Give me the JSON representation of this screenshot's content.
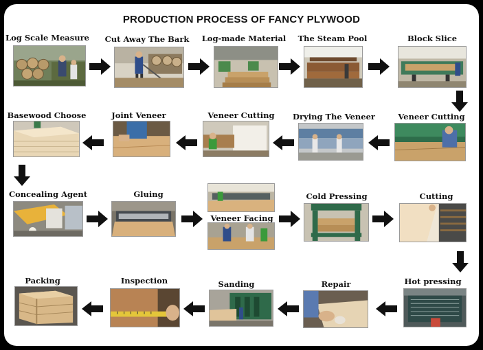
{
  "title": "PRODUCTION PROCESS OF FANCY PLYWOOD",
  "steps": [
    {
      "label": "Log Scale Measure",
      "icon": "log-pile-photo"
    },
    {
      "label": "Cut Away The Bark",
      "icon": "bark-removal-photo"
    },
    {
      "label": "Log-made Material",
      "icon": "log-material-photo"
    },
    {
      "label": "The Steam Pool",
      "icon": "steam-pool-photo"
    },
    {
      "label": "Block Slice",
      "icon": "block-slice-photo"
    },
    {
      "label": "Veneer Cutting",
      "icon": "veneer-cutting-photo"
    },
    {
      "label": "Drying The Veneer",
      "icon": "veneer-dryer-photo"
    },
    {
      "label": "Veneer Cutting",
      "icon": "veneer-cutting-photo"
    },
    {
      "label": "Joint Veneer",
      "icon": "joint-veneer-photo"
    },
    {
      "label": "Basewood Choose",
      "icon": "basewood-stack-photo"
    },
    {
      "label": "Concealing Agent",
      "icon": "concealing-agent-photo"
    },
    {
      "label": "Gluing",
      "icon": "gluing-machine-photo"
    },
    {
      "label": "Veneer Facing",
      "icon": "veneer-facing-photo"
    },
    {
      "label": "Cold Pressing",
      "icon": "cold-press-photo"
    },
    {
      "label": "Cutting",
      "icon": "edge-cutting-photo"
    },
    {
      "label": "Hot pressing",
      "icon": "hot-press-photo"
    },
    {
      "label": "Repair",
      "icon": "repair-photo"
    },
    {
      "label": "Sanding",
      "icon": "sanding-machine-photo"
    },
    {
      "label": "Inspection",
      "icon": "inspection-photo"
    },
    {
      "label": "Packing",
      "icon": "packing-crate-photo"
    }
  ],
  "colors": {
    "background": "#000000",
    "canvas": "#ffffff",
    "arrow": "#111111"
  }
}
